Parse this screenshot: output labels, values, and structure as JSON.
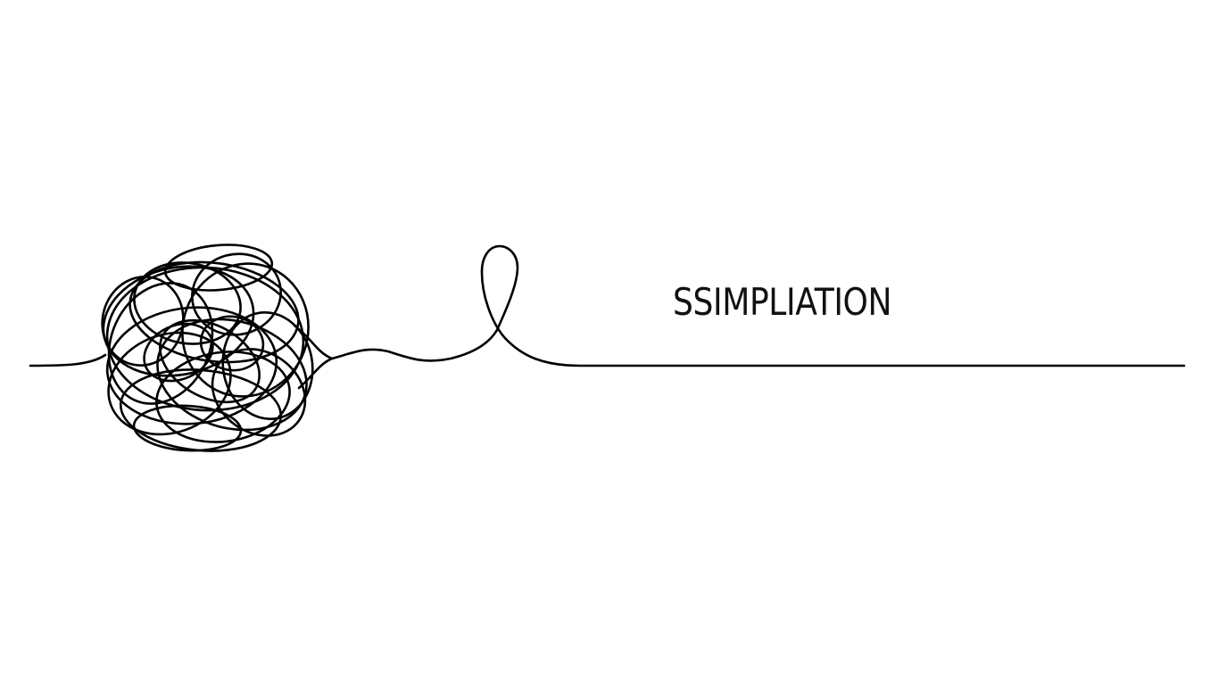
{
  "illustration": {
    "title_text": "SSIMPLIATION",
    "stroke_color": "#000000",
    "background_color": "#ffffff",
    "elements": {
      "tangle": "scribbled-knot",
      "loop": "single-loop",
      "line": "straight-line"
    }
  }
}
